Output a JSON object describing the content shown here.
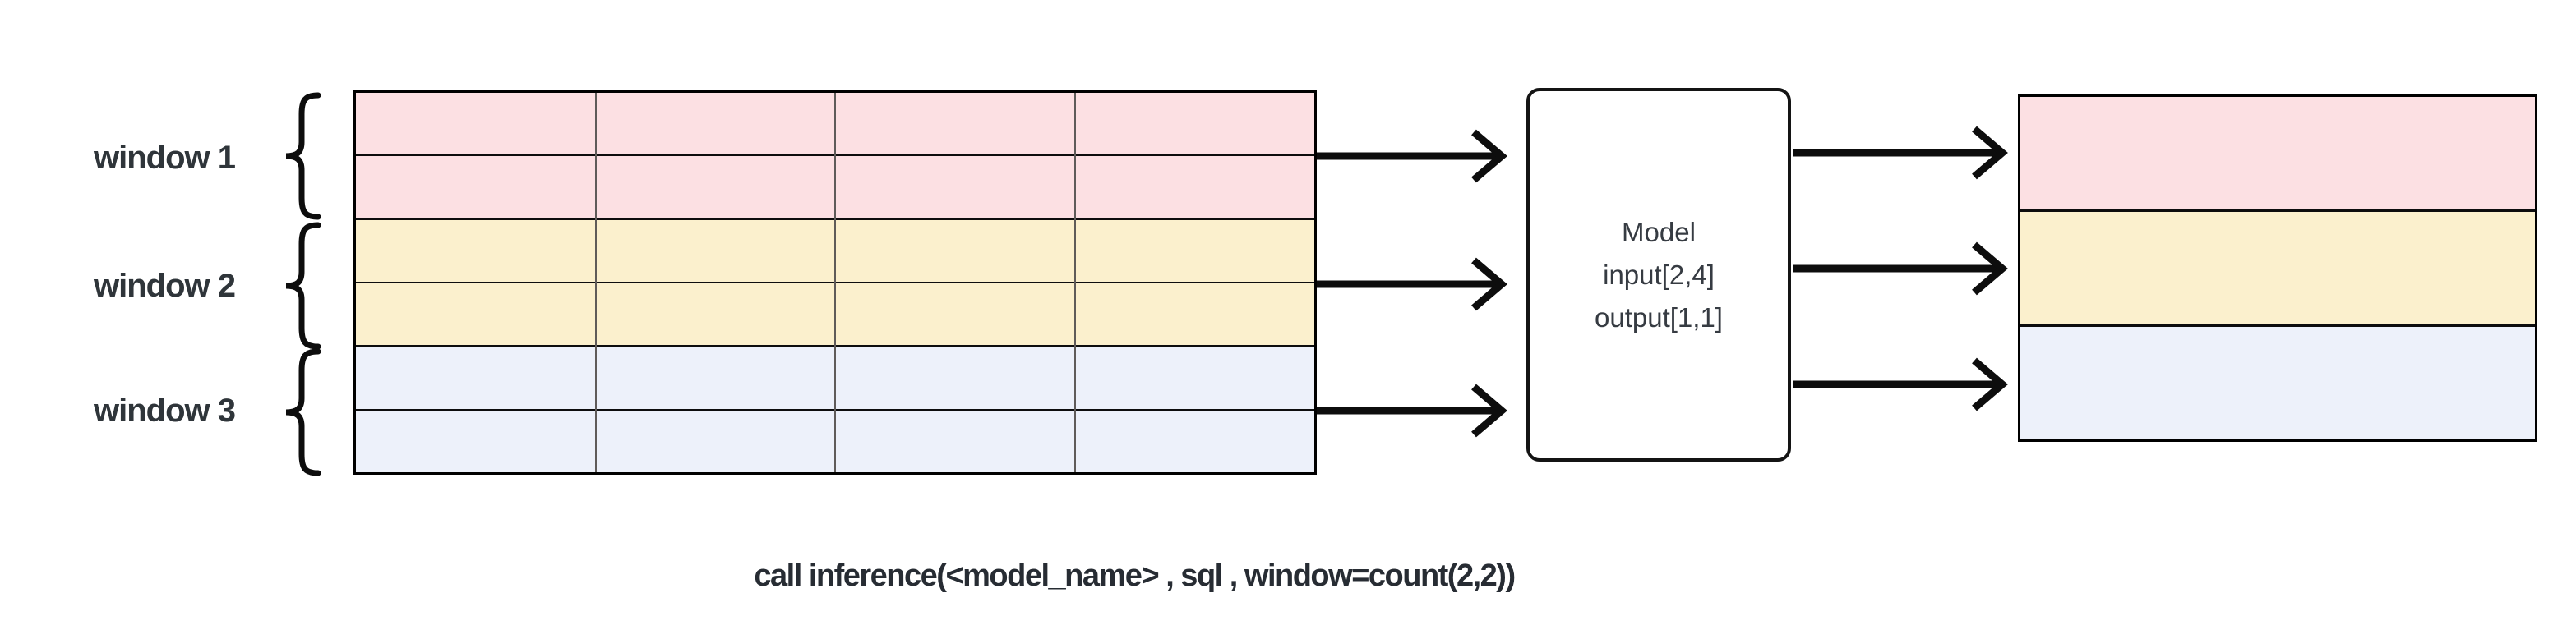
{
  "windows": [
    {
      "label": "window 1"
    },
    {
      "label": "window 2"
    },
    {
      "label": "window 3"
    }
  ],
  "source_table": {
    "rows": 6,
    "cols": 4,
    "row_fills": [
      "pink",
      "pink",
      "yellow",
      "yellow",
      "blue",
      "blue"
    ]
  },
  "model_box": {
    "lines": [
      "Model",
      "input[2,4]",
      "output[1,1]"
    ]
  },
  "output_table": {
    "rows": 3,
    "row_fills": [
      "pink",
      "yellow",
      "blue"
    ]
  },
  "caption": "call inference(<model_name> , sql , window=count(2,2))",
  "colors": {
    "pink": "#fce0e3",
    "yellow": "#fbf0cd",
    "blue": "#edf1fa",
    "line": "#0d0d0d",
    "grid": "#5f5b59",
    "arrow": "#0d0d0d",
    "label_text": "#2f353a",
    "box_text": "#363b42",
    "caption_text": "#272c33",
    "background": "#ffffff"
  }
}
